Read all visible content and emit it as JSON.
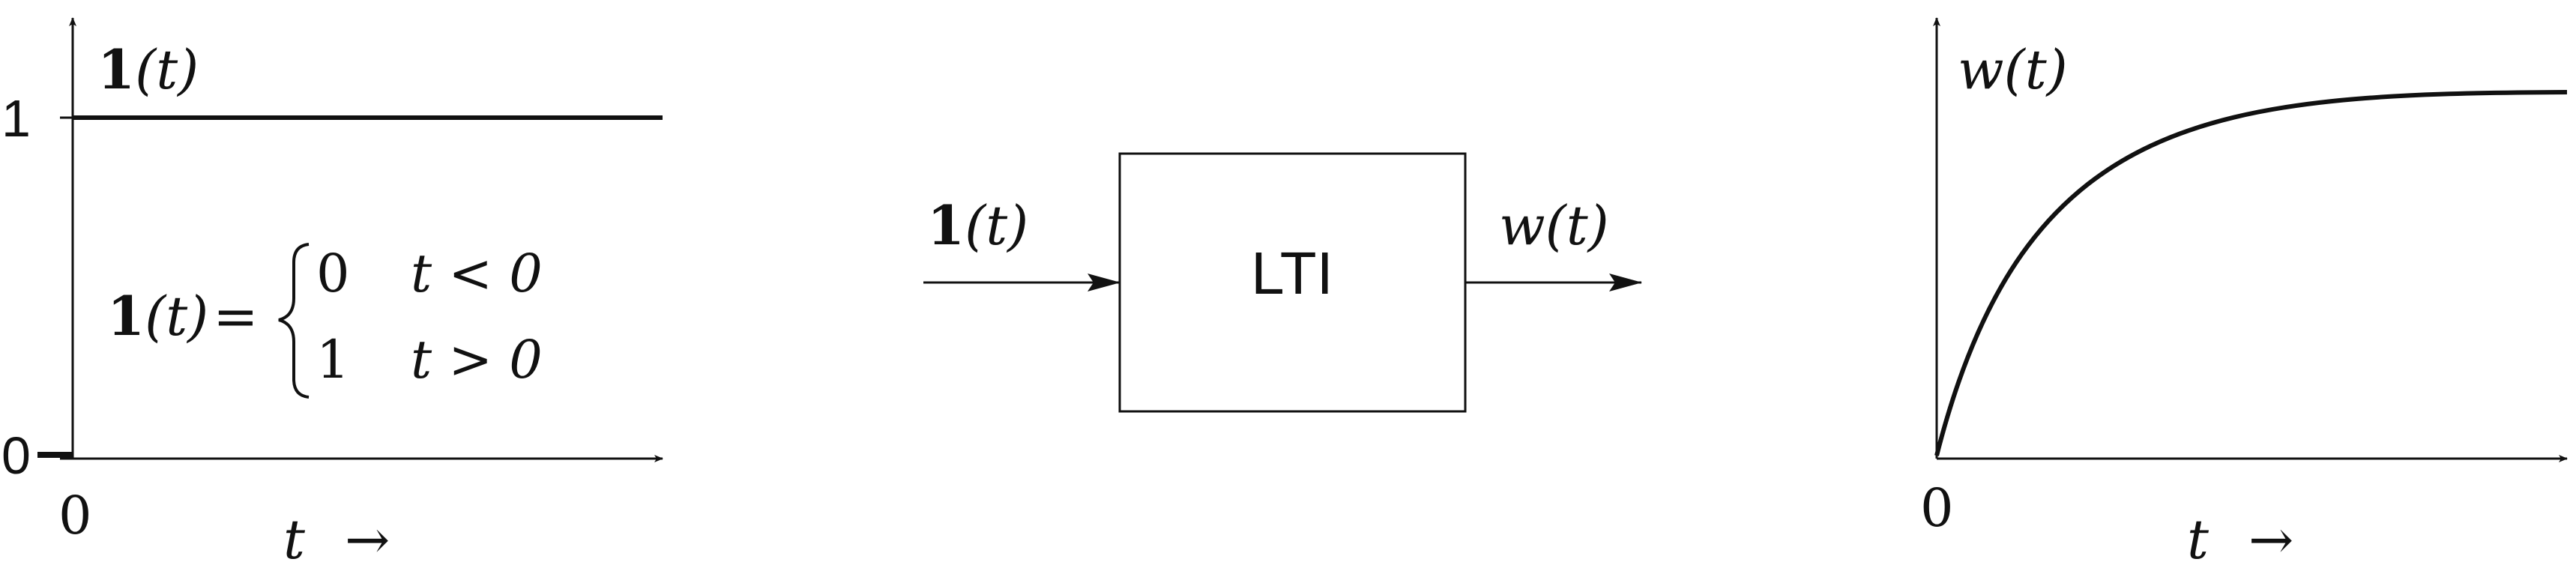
{
  "step_plot": {
    "label_bold": "1",
    "label_rest": "(t)",
    "ytick_1": "1",
    "ytick_0": "0",
    "xtick_0": "0",
    "xaxis_var": "t",
    "xaxis_arrow": "→",
    "definition": {
      "lhs_bold": "1",
      "lhs_rest": "(t)",
      "equals": "=",
      "case1_value": "0",
      "case1_condition": "t < 0",
      "case2_value": "1",
      "case2_condition": "t > 0"
    }
  },
  "block_diagram": {
    "input_bold": "1",
    "input_rest": "(t)",
    "block_label": "LTI",
    "output_label": "w(t)"
  },
  "response_plot": {
    "label": "w(t)",
    "xtick_0": "0",
    "xaxis_var": "t",
    "xaxis_arrow": "→"
  }
}
